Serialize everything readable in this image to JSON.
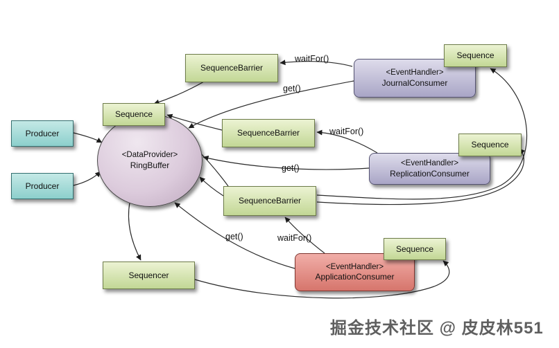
{
  "diagram": {
    "nodes": {
      "producer1": {
        "label": "Producer"
      },
      "producer2": {
        "label": "Producer"
      },
      "ringbuffer": {
        "stereotype": "<DataProvider>",
        "label": "RingBuffer"
      },
      "sequence_main": {
        "label": "Sequence"
      },
      "barrier_journal": {
        "label": "SequenceBarrier"
      },
      "barrier_replication": {
        "label": "SequenceBarrier"
      },
      "barrier_application": {
        "label": "SequenceBarrier"
      },
      "journal_consumer": {
        "stereotype": "<EventHandler>",
        "label": "JournalConsumer"
      },
      "replication_consumer": {
        "stereotype": "<EventHandler>",
        "label": "ReplicationConsumer"
      },
      "application_consumer": {
        "stereotype": "<EventHandler>",
        "label": "ApplicationConsumer"
      },
      "sequence_journal": {
        "label": "Sequence"
      },
      "sequence_replication": {
        "label": "Sequence"
      },
      "sequence_application": {
        "label": "Sequence"
      },
      "sequencer": {
        "label": "Sequencer"
      }
    },
    "edge_labels": {
      "waitfor_journal": "waitFor()",
      "get_journal": "get()",
      "waitfor_replication": "waitFor()",
      "get_replication": "get()",
      "waitfor_application": "waitFor()",
      "get_application": "get()"
    },
    "watermark": "掘金技术社区 @ 皮皮林551"
  }
}
